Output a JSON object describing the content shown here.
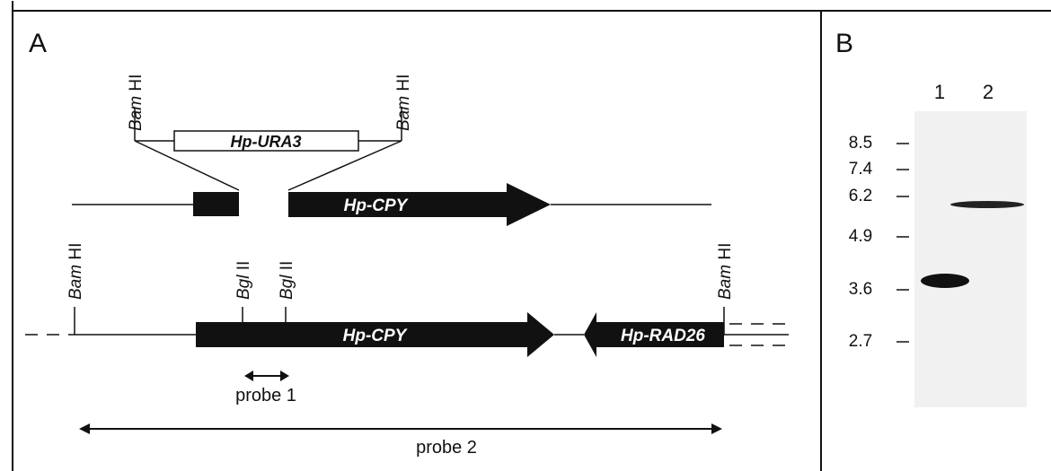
{
  "panel_a": {
    "label": "A",
    "site_bam_prefix": "Bam",
    "site_bam_suffix": "HI",
    "site_bgl_prefix": "Bgl",
    "site_bgl_suffix": "II",
    "genes": {
      "ura3": "Hp-URA3",
      "cpy_top": "Hp-CPY",
      "cpy_bottom": "Hp-CPY",
      "rad26": "Hp-RAD26"
    },
    "probes": {
      "probe1": "probe 1",
      "probe2": "probe 2"
    }
  },
  "panel_b": {
    "label": "B",
    "lanes": [
      "1",
      "2"
    ],
    "markers": [
      "8.5",
      "7.4",
      "6.2",
      "4.9",
      "3.6",
      "2.7"
    ]
  },
  "colors": {
    "ink": "#111111",
    "blot_bg": "#f1f1f1",
    "band": "#111111"
  }
}
